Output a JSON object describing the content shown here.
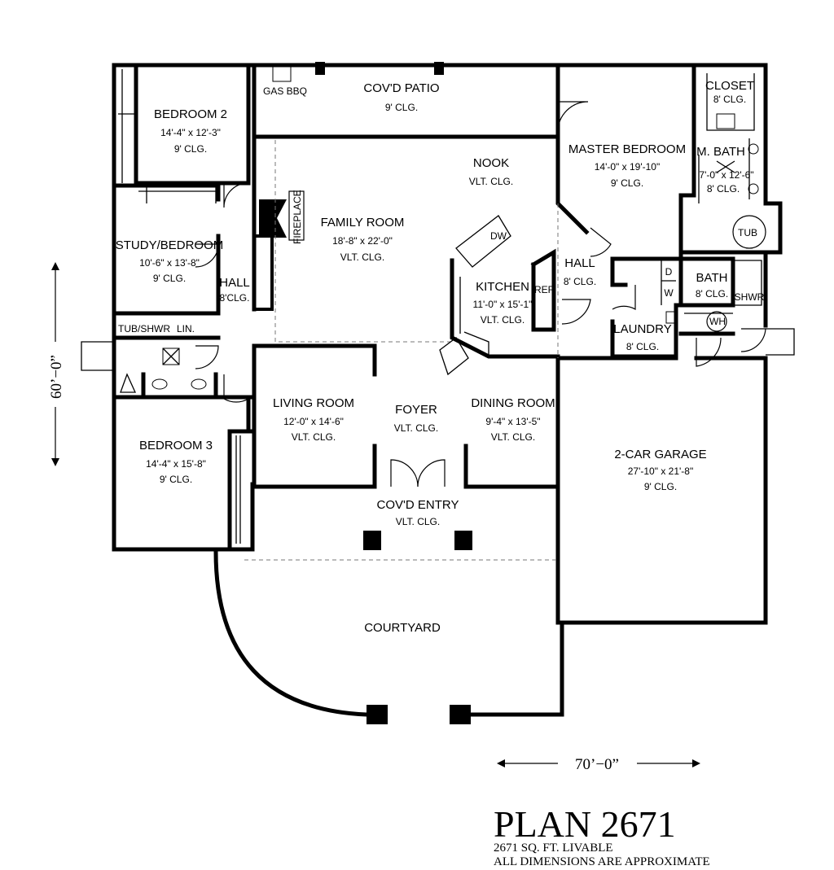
{
  "plan": {
    "title": "PLAN 2671",
    "livable": "2671 SQ. FT. LIVABLE",
    "note": "ALL DIMENSIONS ARE APPROXIMATE",
    "depth": "60’−0”",
    "width": "70’−0”"
  },
  "rooms": {
    "patio": {
      "name": "COV'D PATIO",
      "ceiling": "9' CLG."
    },
    "bedroom2": {
      "name": "BEDROOM 2",
      "size": "14'-4\" x 12'-3\"",
      "ceiling": "9' CLG."
    },
    "study": {
      "name": "STUDY/BEDROOM",
      "size": "10'-6\" x 13'-8\"",
      "ceiling": "9' CLG."
    },
    "hall_left": {
      "name": "HALL",
      "ceiling": "8'CLG."
    },
    "family": {
      "name": "FAMILY ROOM",
      "size": "18'-8\" x 22'-0\"",
      "ceiling": "VLT. CLG."
    },
    "nook": {
      "name": "NOOK",
      "ceiling": "VLT. CLG."
    },
    "kitchen": {
      "name": "KITCHEN",
      "size": "11'-0\" x 15'-1\"",
      "ceiling": "VLT. CLG."
    },
    "master": {
      "name": "MASTER BEDROOM",
      "size": "14'-0\" x 19'-10\"",
      "ceiling": "9' CLG."
    },
    "closet": {
      "name": "CLOSET",
      "ceiling": "8' CLG."
    },
    "mbath": {
      "name": "M. BATH",
      "size": "7'-0\" x 12'-6\"",
      "ceiling": "8' CLG."
    },
    "hall_right": {
      "name": "HALL",
      "ceiling": "8' CLG."
    },
    "bath": {
      "name": "BATH",
      "ceiling": "8' CLG."
    },
    "laundry": {
      "name": "LAUNDRY",
      "ceiling": "8' CLG."
    },
    "living": {
      "name": "LIVING ROOM",
      "size": "12'-0\" x 14'-6\"",
      "ceiling": "VLT. CLG."
    },
    "foyer": {
      "name": "FOYER",
      "ceiling": "VLT. CLG."
    },
    "dining": {
      "name": "DINING ROOM",
      "size": "9'-4\" x 13'-5\"",
      "ceiling": "VLT. CLG."
    },
    "bedroom3": {
      "name": "BEDROOM 3",
      "size": "14'-4\" x 15'-8\"",
      "ceiling": "9' CLG."
    },
    "entry": {
      "name": "COV'D ENTRY",
      "ceiling": "VLT. CLG."
    },
    "garage": {
      "name": "2-CAR GARAGE",
      "size": "27'-10\" x 21'-8\"",
      "ceiling": "9' CLG."
    },
    "courtyard": {
      "name": "COURTYARD"
    }
  },
  "fixtures": {
    "gas_bbq": "GAS BBQ",
    "fireplace": "FIREPLACE",
    "tub_shwr": "TUB/SHWR",
    "linen": "LIN.",
    "dw": "DW",
    "ref": "REF",
    "tub": "TUB",
    "shwr": "SHWR",
    "dryer": "D",
    "washer": "W",
    "water_heater": "WH"
  }
}
